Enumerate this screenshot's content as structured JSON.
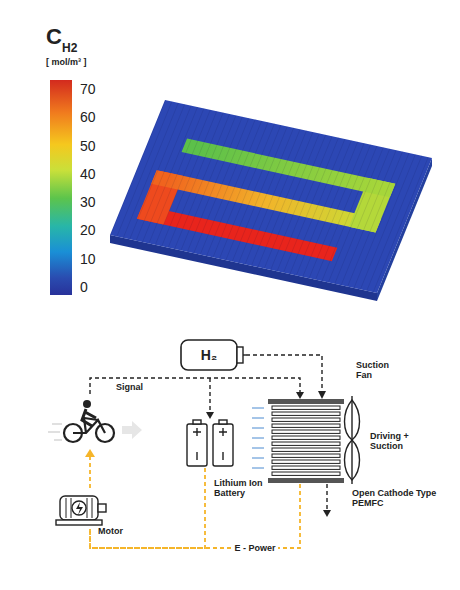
{
  "diagram": {
    "nodes": [
      {
        "text": [
          "H₂"
        ]
      },
      {
        "text": [
          "Lithium Ion Battery"
        ]
      },
      {
        "text": [
          "Open Cathode Type PEMFC"
        ]
      },
      {
        "text": [
          "Motor"
        ]
      }
    ],
    "edges": [
      {
        "from": 0,
        "to": 2,
        "arrow": "to"
      },
      {
        "from": 1,
        "to": 3,
        "arrow": "none"
      },
      {
        "from": 2,
        "to": 3,
        "label": "E - Power",
        "arrow": "none"
      }
    ],
    "labels": [
      "C",
      "H2",
      "[ mol/m³ ]",
      "70",
      "60",
      "50",
      "40",
      "30",
      "20",
      "10",
      "0",
      "Signal",
      "Suction Fan",
      "Driving + Suction"
    ]
  }
}
